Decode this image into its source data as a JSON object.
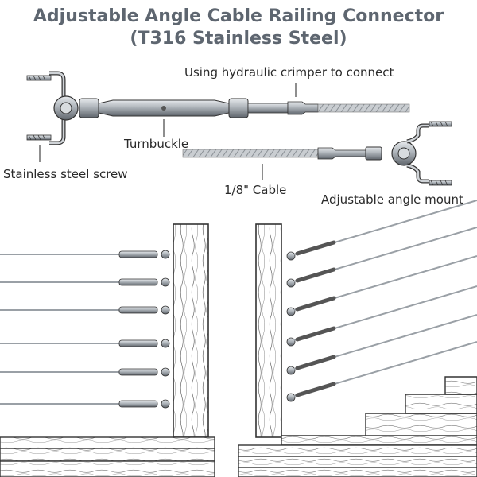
{
  "title": {
    "line1": "Adjustable Angle Cable Railing Connector",
    "line2": "(T316 Stainless Steel)"
  },
  "labels": {
    "crimper": "Using hydraulic crimper to connect",
    "turnbuckle": "Turnbuckle",
    "screw": "Stainless steel screw",
    "cable": "1/8\" Cable",
    "mount": "Adjustable angle mount"
  },
  "colors": {
    "title": "#5e6670",
    "metal": "#b9bec4",
    "metal_dark": "#6f757c",
    "wood_line": "#3a3a3a",
    "cable": "#9aa0a6"
  }
}
